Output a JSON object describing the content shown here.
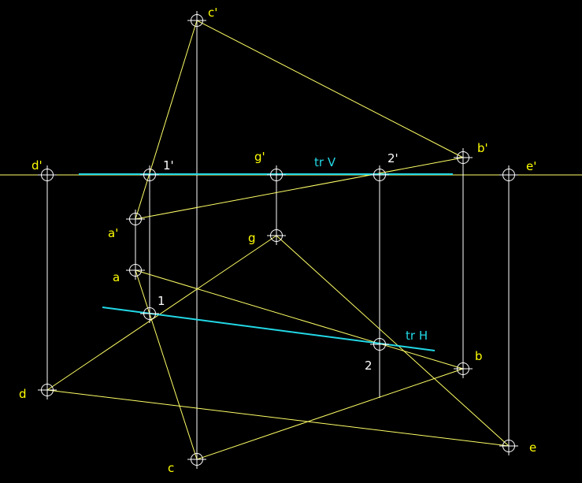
{
  "colors": {
    "background": "#000000",
    "construction_line": "#ffff66",
    "projector_line": "#ffffff",
    "trace_line": "#22d8e6",
    "point_label": "#ffff00",
    "trace_label": "#22d8e6",
    "number_label": "#ffffff",
    "marker": "#ffffff"
  },
  "labels": {
    "c_prime": "c'",
    "d_prime": "d'",
    "one_prime": "1'",
    "g_prime": "g'",
    "tr_v": "tr V",
    "two_prime": "2'",
    "b_prime": "b'",
    "e_prime": "e'",
    "a_prime": "a'",
    "g": "g",
    "a": "a",
    "one": "1",
    "tr_h": "tr H",
    "b": "b",
    "two": "2",
    "d": "d",
    "c": "c",
    "e": "e"
  }
}
